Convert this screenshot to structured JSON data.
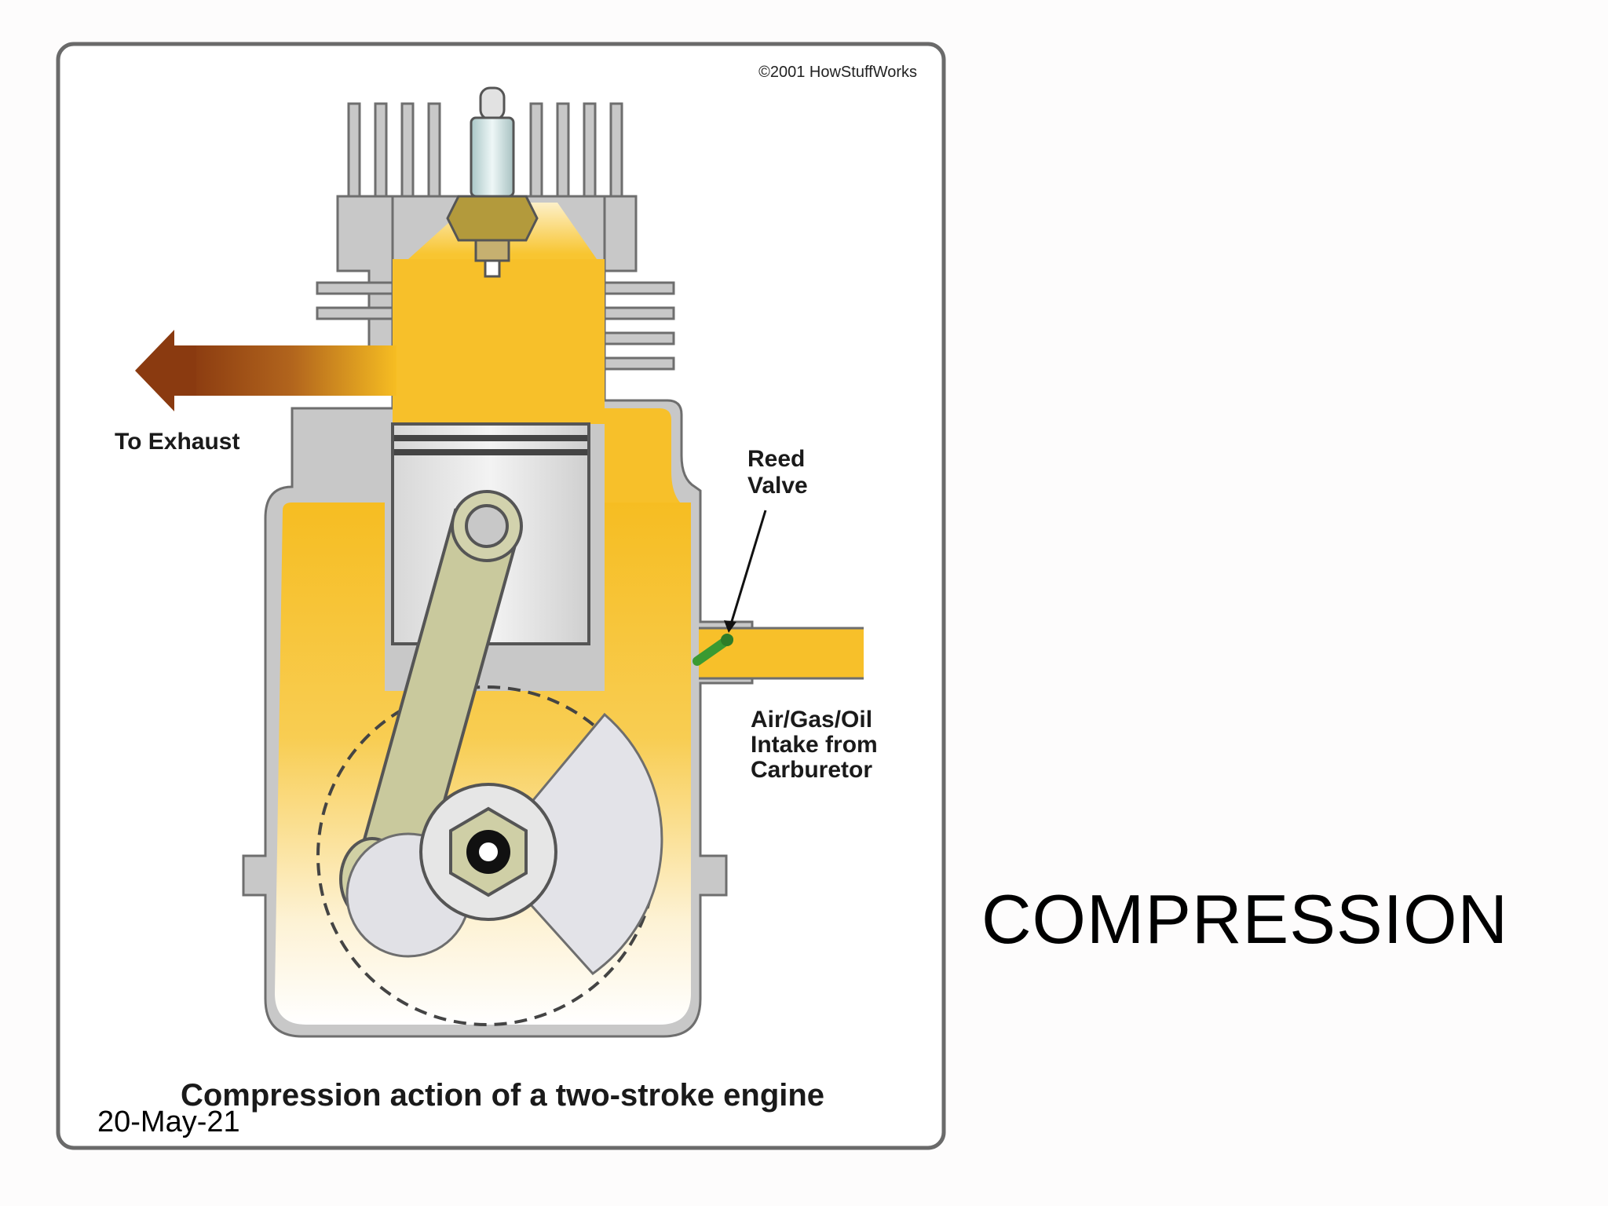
{
  "slide": {
    "title": "COMPRESSION",
    "date": "20-May-21"
  },
  "figure": {
    "copyright": "©2001 HowStuffWorks",
    "caption": "Compression action of a two-stroke engine",
    "labels": {
      "exhaust": "To Exhaust",
      "reed_valve_line1": "Reed",
      "reed_valve_line2": "Valve",
      "intake_line1": "Air/Gas/Oil",
      "intake_line2": "Intake from",
      "intake_line3": "Carburetor"
    }
  },
  "colors": {
    "fuel_mixture": "#f7c02a",
    "engine_metal": "#c8c8c8",
    "metal_outline": "#6e6e6e",
    "exhaust_arrow": "#9a4a14",
    "reed_valve": "#3a9a32"
  }
}
